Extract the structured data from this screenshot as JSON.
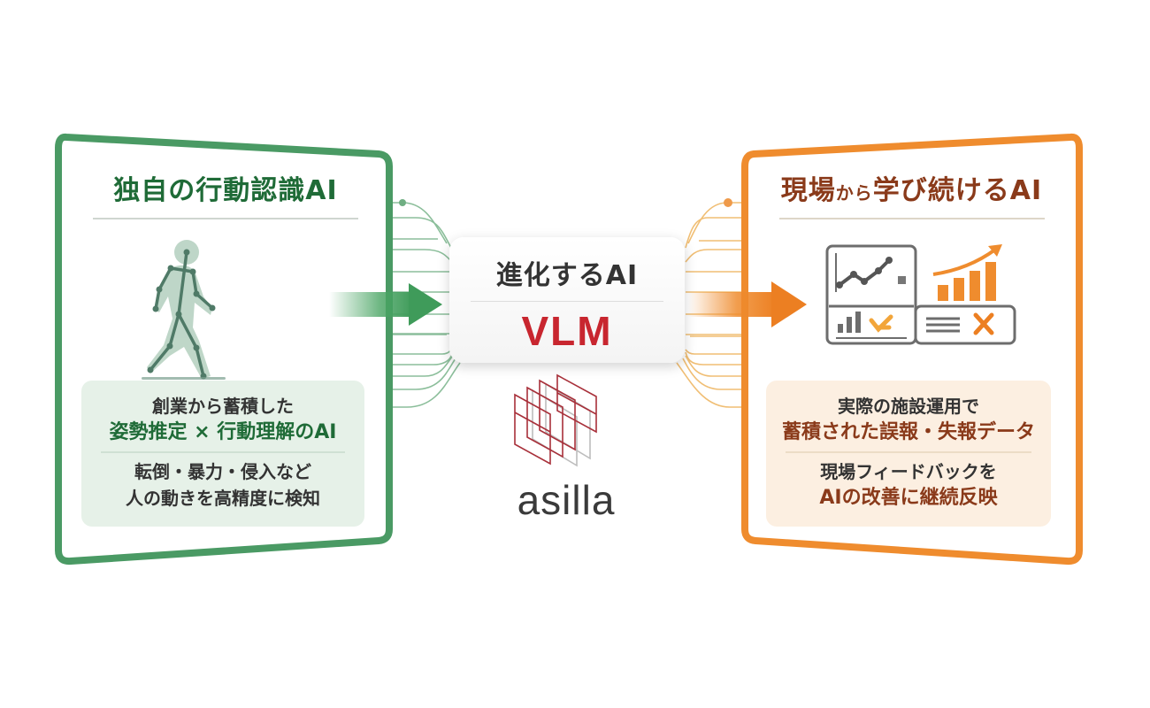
{
  "left_panel": {
    "title": "独自の行動認識AI",
    "icon": "walking-skeleton-icon",
    "lines": [
      "創業から蓄積した",
      "姿勢推定 × 行動理解のAI",
      "転倒・暴力・侵入など",
      "人の動きを高精度に検知"
    ]
  },
  "center": {
    "title": "進化するAI",
    "model": "VLM",
    "brand": "asilla",
    "logo_icon": "asilla-logo-icon"
  },
  "right_panel": {
    "title_main": "現場",
    "title_small": "から",
    "title_rest": "学び続けるAI",
    "icon": "analytics-dashboard-icon",
    "lines": [
      "実際の施設運用で",
      "蓄積された誤報・失報データ",
      "現場フィードバックを",
      "AIの改善に継続反映"
    ]
  },
  "colors": {
    "green": "#4a9a64",
    "green_dark": "#1f6b37",
    "orange": "#ef8c2e",
    "brown": "#8a3a1a",
    "red": "#c8262f"
  }
}
